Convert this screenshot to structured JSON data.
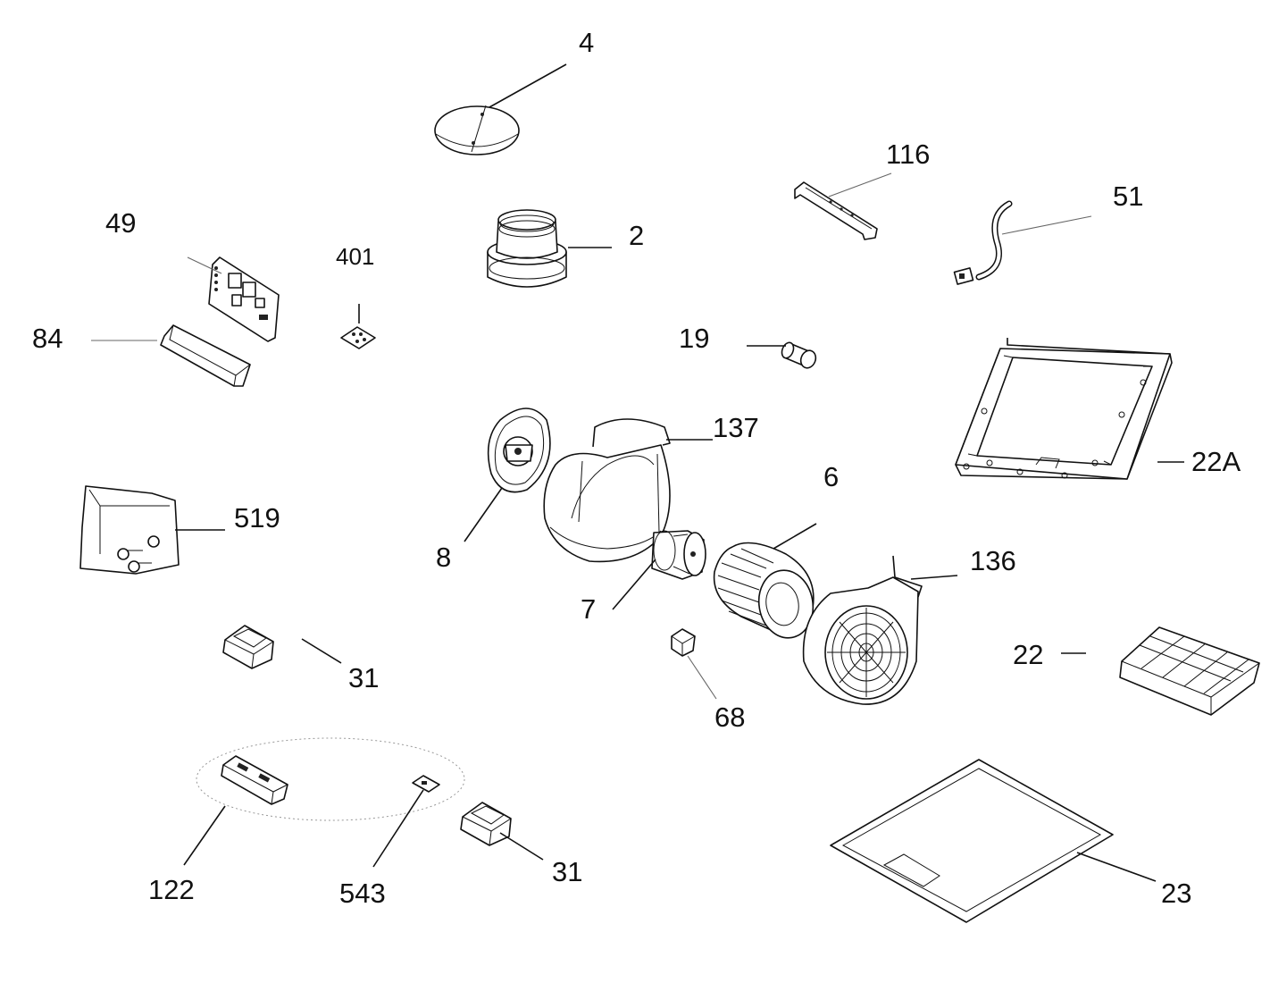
{
  "labels": {
    "p4": "4",
    "p116": "116",
    "p51": "51",
    "p49": "49",
    "p401": "401",
    "p2": "2",
    "p84": "84",
    "p19": "19",
    "p137": "137",
    "p6": "6",
    "p22A": "22A",
    "p519": "519",
    "p8": "8",
    "p136": "136",
    "p7": "7",
    "p31a": "31",
    "p22": "22",
    "p68": "68",
    "p122": "122",
    "p543": "543",
    "p31b": "31",
    "p23": "23"
  }
}
